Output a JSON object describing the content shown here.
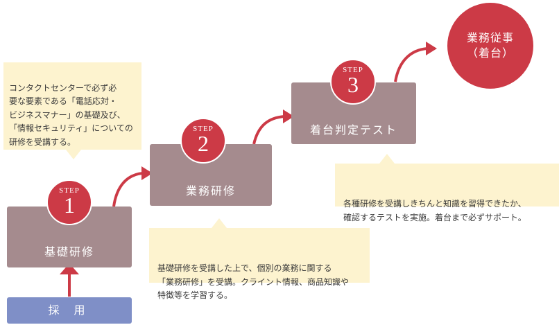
{
  "notes": {
    "step1": "コンタクトセンターで必ず必\n要な要素である「電話応対・\nビジネスマナー」の基礎及び、\n「情報セキュリティ」についての研修を受講する。",
    "step2": "基礎研修を受講した上で、個別の業務に関する\n「業務研修」を受講。クライント情報、商品知識や\n特徴等を学習する。",
    "step3": "各種研修を受講しきちんと知識を習得できたか、\n確認するテストを実施。着台まで必ずサポート。"
  },
  "steps": [
    {
      "step_label": "STEP",
      "number": "1",
      "title": "基礎研修"
    },
    {
      "step_label": "STEP",
      "number": "2",
      "title": "業務研修"
    },
    {
      "step_label": "STEP",
      "number": "3",
      "title": "着台判定テスト"
    }
  ],
  "goal": {
    "line1": "業務従事",
    "line2": "（着台）"
  },
  "start": {
    "label": "採 用"
  },
  "colors": {
    "accent_red": "#cc3a46",
    "step_box": "#a58b8e",
    "note_bg": "#fdf3cf",
    "start_box": "#7f8fc7"
  }
}
